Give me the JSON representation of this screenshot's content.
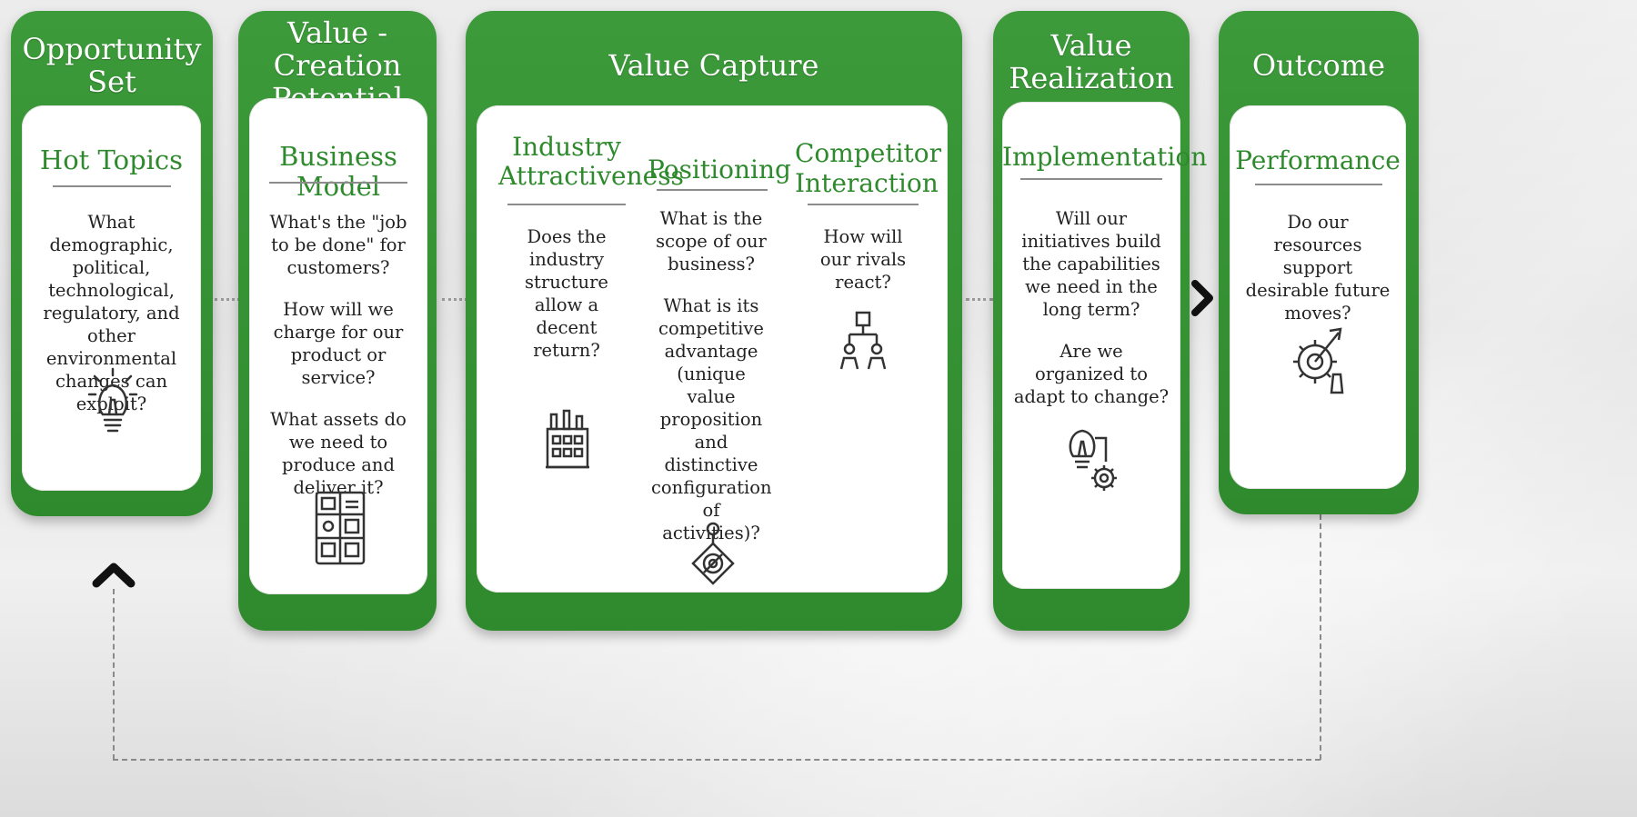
{
  "columns": [
    {
      "title": "Opportunity Set",
      "cards": [
        {
          "heading": "Hot Topics",
          "text": [
            "What demographic, political, technological, regulatory, and other environmental changes can exploit?"
          ],
          "icon": "lightbulb-icon"
        }
      ]
    },
    {
      "title": "Value - Creation Potential",
      "cards": [
        {
          "heading": "Business Model",
          "text": [
            "What's the \"job to be done\" for customers?",
            "How will we charge for our product or service?",
            "What assets do we need to produce and deliver it?"
          ],
          "icon": "business-model-canvas-icon"
        }
      ]
    },
    {
      "title": "Value Capture",
      "cards": [
        {
          "heading": "Industry Attractiveness",
          "text": [
            "Does the industry structure allow a decent return?"
          ],
          "icon": "factory-icon"
        },
        {
          "heading": "Positioning",
          "text": [
            "What is the scope of our business?",
            "What is its competitive advantage (unique value proposition and distinctive configuration of activities)?"
          ],
          "icon": "target-gear-icon"
        },
        {
          "heading": "Competitor Interaction",
          "text": [
            "How will our rivals react?"
          ],
          "icon": "competitor-network-icon"
        }
      ]
    },
    {
      "title": "Value Realization",
      "cards": [
        {
          "heading": "Implementation",
          "text": [
            "Will our initiatives build the capabilities we need in the long term?",
            "Are we organized to adapt to change?"
          ],
          "icon": "idea-gear-icon"
        }
      ]
    },
    {
      "title": "Outcome",
      "cards": [
        {
          "heading": "Performance",
          "text": [
            "Do our resources support desirable future moves?"
          ],
          "icon": "gear-arrow-icon"
        }
      ]
    }
  ],
  "colors": {
    "panel_green": "#2f8a2d",
    "heading_green": "#2f8a2d",
    "card_white": "#ffffff",
    "connector_gray": "#8a8a8a"
  }
}
